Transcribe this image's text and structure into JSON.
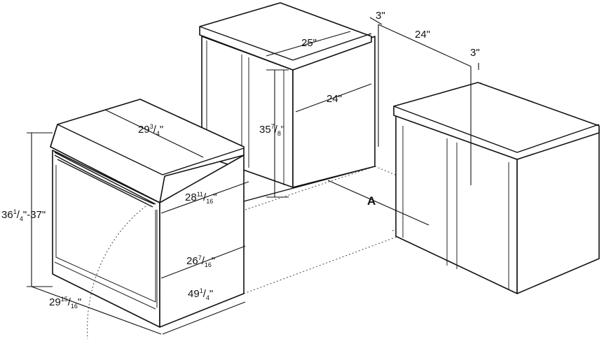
{
  "dimensions": {
    "left_clearance": "3\"",
    "cabinet_depth": "24\"",
    "right_clearance": "3\"",
    "counter_width": "25\"",
    "cabinet_inner_depth": "24\"",
    "cabinet_height": {
      "whole": "35",
      "num": "7",
      "den": "8",
      "unit": "\""
    },
    "range_top_depth": {
      "whole": "29",
      "num": "3",
      "den": "4",
      "unit": "\""
    },
    "range_height": {
      "whole": "36",
      "num": "1",
      "den": "4",
      "suffix": "\"-37\""
    },
    "depth_upper": {
      "whole": "28",
      "num": "11",
      "den": "16",
      "unit": "\""
    },
    "depth_mid": {
      "whole": "26",
      "num": "7",
      "den": "16",
      "unit": "\""
    },
    "depth_door_open": {
      "whole": "49",
      "num": "1",
      "den": "4",
      "unit": "\""
    },
    "range_width": {
      "whole": "29",
      "num": "15",
      "den": "16",
      "unit": "\""
    },
    "cutout_label": "A"
  }
}
